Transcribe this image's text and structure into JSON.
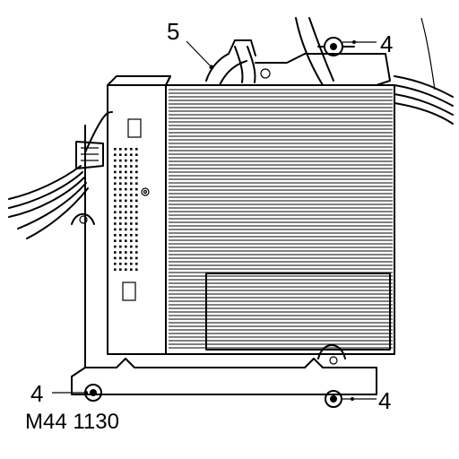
{
  "callouts": {
    "top_hose": "5",
    "top_right_nut": "4",
    "bottom_left_nut": "4",
    "bottom_right_nut": "4"
  },
  "figure_ref": "M44 1130"
}
